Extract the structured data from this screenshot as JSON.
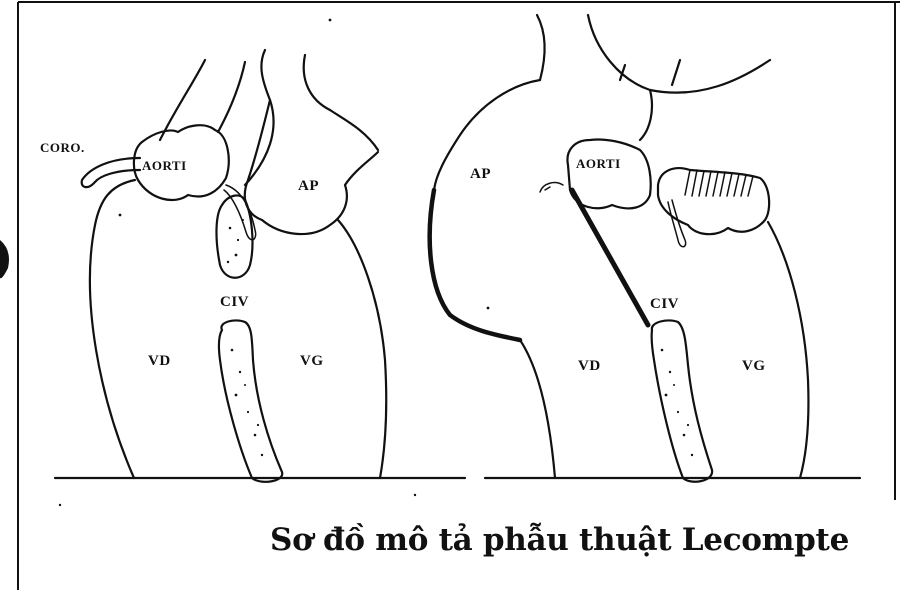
{
  "labels": {
    "coro": "CORO.",
    "aorta_left": "AORTI",
    "ap_left": "AP",
    "civ_left": "CIV",
    "vd_left": "VD",
    "vg_left": "VG",
    "ap_right": "AP",
    "aorta_right": "AORTI",
    "civ_right": "CIV",
    "vd_right": "VD",
    "vg_right": "VG"
  },
  "caption": "Sơ đồ mô tả phẫu thuật Lecompte"
}
